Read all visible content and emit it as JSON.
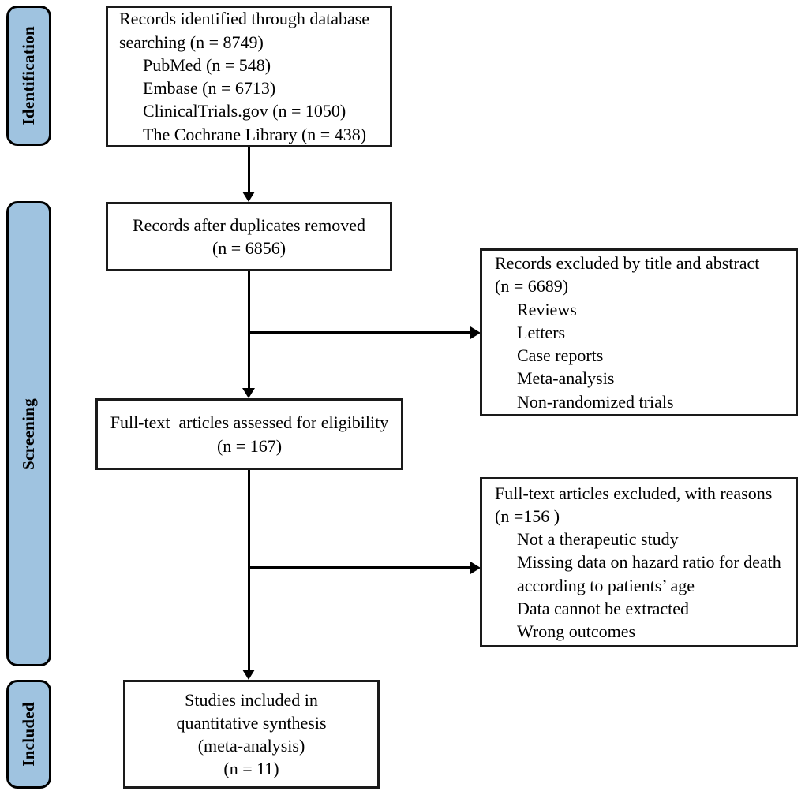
{
  "diagram": {
    "type": "prisma-flow-diagram",
    "accent_color": "#9FC3E0",
    "line_color": "#000000",
    "box_fill": "#ffffff"
  },
  "stages": [
    {
      "id": "identification",
      "label": "Identification"
    },
    {
      "id": "screening",
      "label": "Screening"
    },
    {
      "id": "included",
      "label": "Included"
    }
  ],
  "boxes": {
    "identified": {
      "name": "records-identified-box",
      "lines": [
        "Records identified through database",
        "searching (n = 8749)"
      ],
      "sources": [
        "PubMed (n = 548)",
        "Embase (n = 6713)",
        "ClinicalTrials.gov (n = 1050)",
        "The Cochrane Library (n = 438)"
      ],
      "total_n": 8749
    },
    "duplicates_removed": {
      "name": "records-after-duplicates-box",
      "lines": [
        "Records after duplicates removed",
        "(n = 6856)"
      ],
      "n": 6856
    },
    "excluded_title_abstract": {
      "name": "records-excluded-title-abstract-box",
      "lines": [
        "Records excluded by title and abstract",
        "(n = 6689)"
      ],
      "reasons": [
        "Reviews",
        "Letters",
        "Case reports",
        "Meta-analysis",
        "Non-randomized trials"
      ],
      "n": 6689
    },
    "fulltext_assessed": {
      "name": "fulltext-assessed-box",
      "lines": [
        "Full-text  articles assessed for eligibility",
        "(n = 167)"
      ],
      "n": 167
    },
    "fulltext_excluded": {
      "name": "fulltext-excluded-box",
      "lines": [
        "Full-text articles excluded, with reasons",
        "(n =156 )"
      ],
      "reasons": [
        "Not a therapeutic study",
        "Missing data on hazard ratio for death",
        "according to patients’ age",
        "Data cannot be extracted",
        "Wrong outcomes"
      ],
      "n": 156
    },
    "included_studies": {
      "name": "studies-included-box",
      "lines": [
        "Studies included in",
        "quantitative synthesis",
        "(meta-analysis)",
        "(n = 11)"
      ],
      "n": 11
    }
  },
  "chart_data": {
    "type": "flowchart",
    "title": "PRISMA study selection flow",
    "nodes": [
      {
        "id": "identified",
        "stage": "Identification",
        "label": "Records identified through database searching",
        "n": 8749
      },
      {
        "id": "pubmed",
        "stage": "Identification",
        "label": "PubMed",
        "n": 548
      },
      {
        "id": "embase",
        "stage": "Identification",
        "label": "Embase",
        "n": 6713
      },
      {
        "id": "clinicaltrials",
        "stage": "Identification",
        "label": "ClinicalTrials.gov",
        "n": 1050
      },
      {
        "id": "cochrane",
        "stage": "Identification",
        "label": "The Cochrane Library",
        "n": 438
      },
      {
        "id": "duplicates_removed",
        "stage": "Screening",
        "label": "Records after duplicates removed",
        "n": 6856
      },
      {
        "id": "excluded_title_abstract",
        "stage": "Screening",
        "label": "Records excluded by title and abstract",
        "n": 6689
      },
      {
        "id": "fulltext_assessed",
        "stage": "Screening",
        "label": "Full-text articles assessed for eligibility",
        "n": 167
      },
      {
        "id": "fulltext_excluded",
        "stage": "Screening",
        "label": "Full-text articles excluded, with reasons",
        "n": 156
      },
      {
        "id": "included_studies",
        "stage": "Included",
        "label": "Studies included in quantitative synthesis (meta-analysis)",
        "n": 11
      }
    ],
    "edges": [
      {
        "from": "identified",
        "to": "duplicates_removed",
        "direction": "down"
      },
      {
        "from": "duplicates_removed",
        "to": "excluded_title_abstract",
        "direction": "right"
      },
      {
        "from": "duplicates_removed",
        "to": "fulltext_assessed",
        "direction": "down"
      },
      {
        "from": "fulltext_assessed",
        "to": "fulltext_excluded",
        "direction": "right"
      },
      {
        "from": "fulltext_assessed",
        "to": "included_studies",
        "direction": "down"
      }
    ]
  }
}
